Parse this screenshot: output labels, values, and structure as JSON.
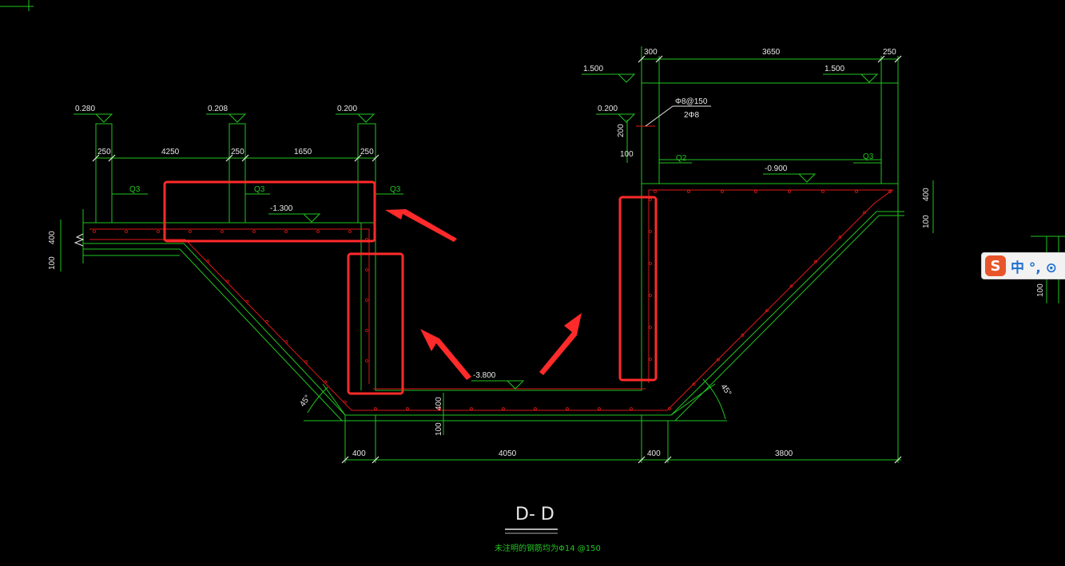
{
  "dimensions": {
    "top_left": [
      "250",
      "4250",
      "250",
      "1650",
      "250"
    ],
    "top_right": [
      "300",
      "3650",
      "250"
    ],
    "bottom": [
      "400",
      "4050",
      "400",
      "3800"
    ],
    "left_vertical": [
      "400",
      "100"
    ],
    "right_vertical": [
      "400",
      "100"
    ],
    "wall_small": [
      "200",
      "100"
    ],
    "slab_bottom": [
      "400",
      "100"
    ],
    "far_right": [
      "100"
    ]
  },
  "levels": {
    "l1": "0.280",
    "l2": "0.208",
    "l3": "0.200",
    "l4": "-1.300",
    "l5": "1.500",
    "l6": "1.500",
    "l7": "0.200",
    "l8": "-0.900",
    "l9": "-3.800"
  },
  "tags": {
    "q3": "Q3",
    "q2": "Q2"
  },
  "rebar": {
    "top": "Φ8@150",
    "bottom": "2Φ8"
  },
  "angles": {
    "left": "45°",
    "right": "45°"
  },
  "section_title": "D- D",
  "note": "未注明的钢筋均为Φ14 @150",
  "ime": {
    "label": "中 °, ⊙"
  },
  "colors": {
    "line": "#21c421",
    "rebar": "#e01818",
    "text": "#e8e8e8",
    "highlight": "#ff2a2a"
  }
}
